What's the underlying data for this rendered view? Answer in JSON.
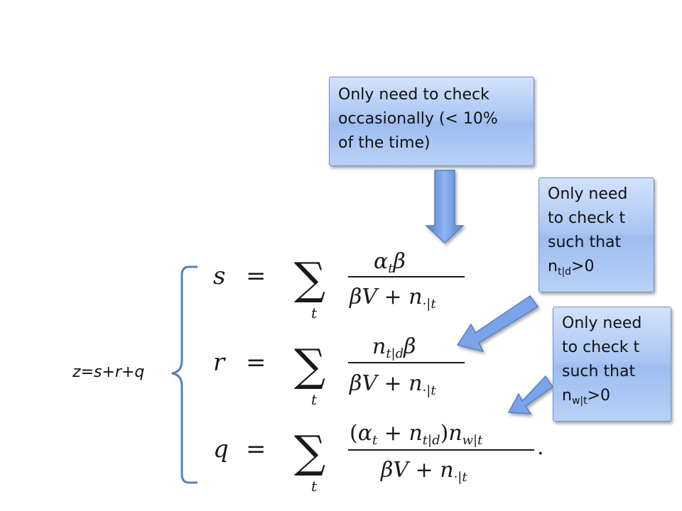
{
  "callouts": {
    "top": {
      "lines": [
        "Only need to check",
        "occasionally (< 10%",
        "of the time)"
      ]
    },
    "middle": {
      "lines": [
        "Only need",
        "to check t",
        "such that"
      ],
      "var": "n",
      "sub": "t|d",
      "tail": ">0"
    },
    "bottom": {
      "lines": [
        "Only need",
        "to check t",
        "such that"
      ],
      "var": "n",
      "sub": "w|t",
      "tail": ">0"
    }
  },
  "z_label": {
    "z": "z",
    "eq": "=",
    "s": "s",
    "p1": "+",
    "r": "r",
    "p2": "+",
    "q": "q"
  },
  "equations": {
    "s": {
      "lhs": "s",
      "eq": "=",
      "sigma": "∑",
      "index": "t",
      "num": {
        "a": "α",
        "a_sub": "t",
        "b": "β"
      },
      "den": {
        "b": "βV",
        "plus": " + ",
        "n": "n",
        "n_sub": "·|t"
      }
    },
    "r": {
      "lhs": "r",
      "eq": "=",
      "sigma": "∑",
      "index": "t",
      "num": {
        "n": "n",
        "n_sub": "t|d",
        "b": "β"
      },
      "den": {
        "b": "βV",
        "plus": " + ",
        "n": "n",
        "n_sub": "·|t"
      }
    },
    "q": {
      "lhs": "q",
      "eq": "=",
      "sigma": "∑",
      "index": "t",
      "num": {
        "open": "(",
        "a": "α",
        "a_sub": "t",
        "plus": " + ",
        "n1": "n",
        "n1_sub": "t|d",
        "close": ")",
        "n2": "n",
        "n2_sub": "w|t"
      },
      "den": {
        "b": "βV",
        "plus": " + ",
        "n": "n",
        "n_sub": "·|t"
      },
      "end": "."
    }
  },
  "colors": {
    "callout_border": "#6f93c8",
    "arrow_fill": "#6f9be4",
    "brace": "#5b7fb8"
  }
}
